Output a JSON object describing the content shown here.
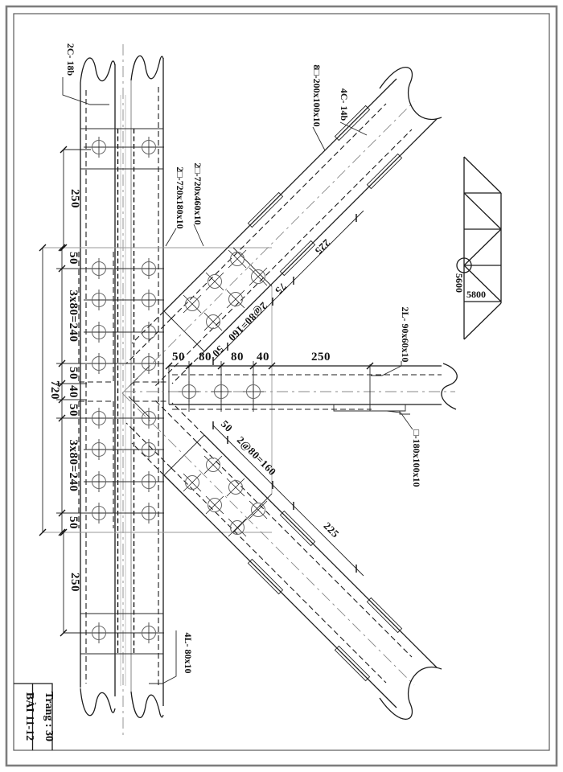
{
  "title_block": {
    "course": "BÀI 11-12",
    "page": "Trang : 30"
  },
  "key_plan": {
    "height_dim": "5600",
    "panel_dim": "5800"
  },
  "labels": {
    "chord_channels": "2C- 18b",
    "gusset_inner": "2□-720x180x10",
    "gusset_outer": "2□-720x460x10",
    "diag_plates": "8□-200x100x10",
    "diag_channels": "4C- 14b",
    "horiz_angles": "2L- 90x60x10",
    "horiz_plate": "□-180x100x10",
    "chord_angles": "4L- 80x10"
  },
  "dims": {
    "chord_total": "720",
    "chord_chain": [
      "50",
      "3x80=240",
      "50",
      "40",
      "50",
      "3x80=240",
      "50"
    ],
    "chord_top_offset": "250",
    "chord_bottom_offset": "250",
    "horiz_chain": [
      "50",
      "80",
      "80",
      "40",
      "250"
    ],
    "diag_top": [
      "50",
      "2@80=160",
      "75",
      "225"
    ],
    "diag_bottom": [
      "50",
      "2@80=160",
      "225"
    ]
  }
}
